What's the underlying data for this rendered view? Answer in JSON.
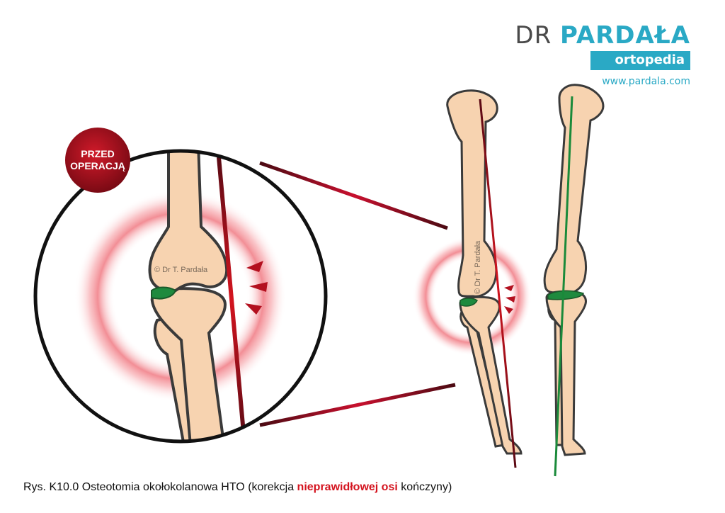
{
  "brand": {
    "prefix": "DR",
    "name": "PARDAŁA",
    "tagline": "ortopedia",
    "url": "www.pardala.com"
  },
  "badge": {
    "line1": "PRZED",
    "line2": "OPERACJĄ"
  },
  "watermark": "© Dr T. Pardała",
  "caption": {
    "before": "Rys. K10.0 Osteotomia okołokolanowa HTO (korekcja ",
    "highlight": "nieprawidłowej osi",
    "after": " kończyny)"
  },
  "colors": {
    "bone": "#f7d3b0",
    "outline": "#3a3a3a",
    "cartilage": "#1f8a3e",
    "axis_wrong": "#c8102e",
    "axis_correct": "#1a8a3a",
    "badge": "#a3101f",
    "brand": "#2aa9c5",
    "glow": "#e8313f"
  }
}
